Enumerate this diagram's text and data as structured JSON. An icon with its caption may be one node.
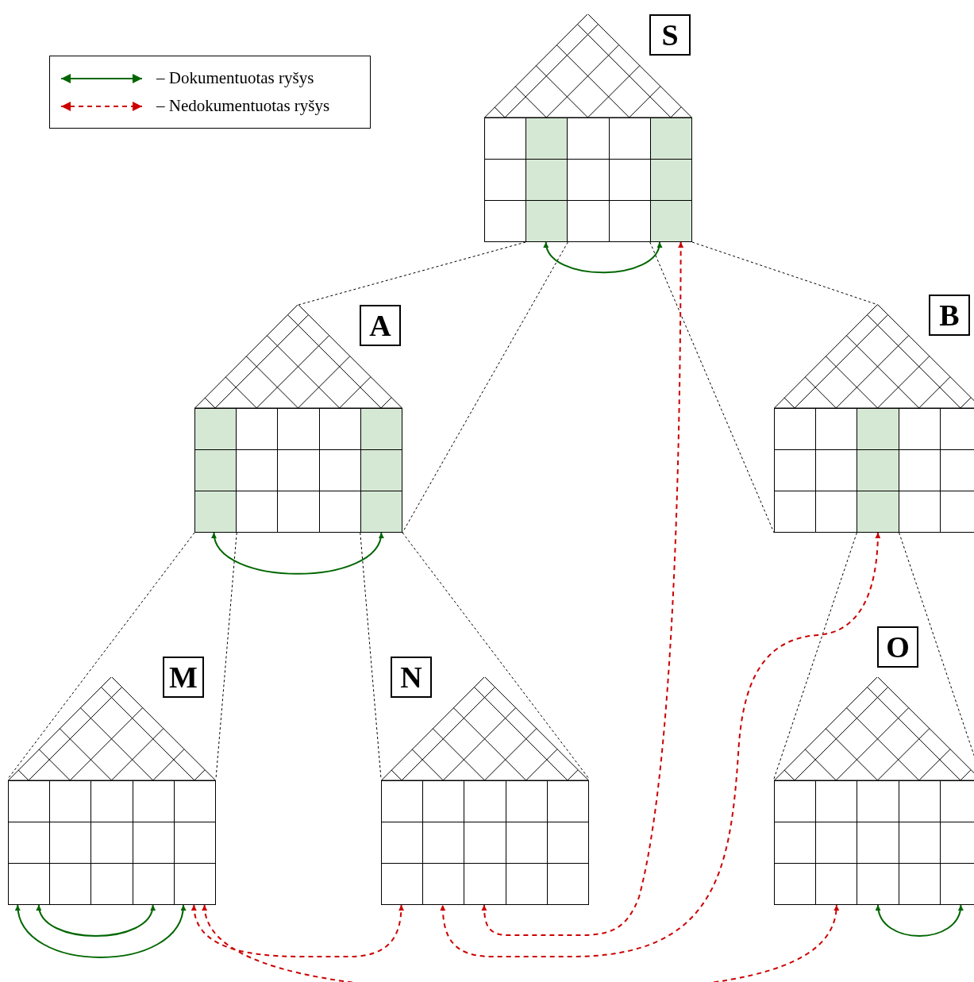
{
  "diagram": {
    "nodes": [
      {
        "text": [
          "S"
        ]
      },
      {
        "text": [],
        "shape": "box"
      },
      {
        "text": [],
        "shape": "bar"
      },
      {
        "text": [],
        "shape": "box"
      },
      {
        "text": [],
        "shape": "box"
      },
      {
        "text": [],
        "shape": "bar"
      },
      {
        "text": [
          "A"
        ]
      },
      {
        "text": [],
        "shape": "bar"
      },
      {
        "text": [],
        "shape": "box"
      },
      {
        "text": [],
        "shape": "box"
      },
      {
        "text": [],
        "shape": "box"
      },
      {
        "text": [],
        "shape": "bar"
      },
      {
        "text": [
          "B"
        ]
      },
      {
        "text": [],
        "shape": "box"
      },
      {
        "text": [],
        "shape": "box"
      },
      {
        "text": [],
        "shape": "bar"
      },
      {
        "text": [],
        "shape": "box"
      },
      {
        "text": [],
        "shape": "box"
      },
      {
        "text": [
          "M"
        ]
      },
      {
        "text": [],
        "shape": "box"
      },
      {
        "text": [],
        "shape": "box"
      },
      {
        "text": [],
        "shape": "box"
      },
      {
        "text": [],
        "shape": "box"
      },
      {
        "text": [],
        "shape": "box"
      },
      {
        "text": [
          "N"
        ]
      },
      {
        "text": [],
        "shape": "box"
      },
      {
        "text": [],
        "shape": "box"
      },
      {
        "text": [],
        "shape": "box"
      },
      {
        "text": [],
        "shape": "box"
      },
      {
        "text": [],
        "shape": "box"
      },
      {
        "text": [
          "O"
        ]
      },
      {
        "text": [],
        "shape": "box"
      },
      {
        "text": [],
        "shape": "box"
      },
      {
        "text": [],
        "shape": "box"
      },
      {
        "text": [],
        "shape": "box"
      },
      {
        "text": [],
        "shape": "box"
      }
    ],
    "edges": [
      {
        "from": 2,
        "to": 6,
        "arrow": "none",
        "style": "dashed"
      },
      {
        "from": 2,
        "to": 11,
        "arrow": "none",
        "style": "dashed"
      },
      {
        "from": 5,
        "to": 13,
        "arrow": "none",
        "style": "dashed"
      },
      {
        "from": 5,
        "to": 12,
        "arrow": "none",
        "style": "dashed"
      },
      {
        "from": 7,
        "to": 18,
        "arrow": "none",
        "style": "dashed"
      },
      {
        "from": 7,
        "to": 18,
        "arrow": "none",
        "style": "dashed"
      },
      {
        "from": 11,
        "to": 24,
        "arrow": "none",
        "style": "dashed"
      },
      {
        "from": 11,
        "to": 24,
        "arrow": "none",
        "style": "dashed"
      },
      {
        "from": 15,
        "to": 30,
        "arrow": "none",
        "style": "dashed"
      },
      {
        "from": 15,
        "to": 30,
        "arrow": "none",
        "style": "dashed"
      },
      {
        "from": 2,
        "to": 5,
        "arrow": "both",
        "color": "#006600"
      },
      {
        "from": 7,
        "to": 11,
        "arrow": "both",
        "color": "#006600"
      },
      {
        "from": 19,
        "to": 23,
        "arrow": "both",
        "color": "#006600"
      },
      {
        "from": 19,
        "to": 22,
        "arrow": "both",
        "color": "#006600"
      },
      {
        "from": 33,
        "to": 35,
        "arrow": "both",
        "color": "#006600"
      },
      {
        "from": 5,
        "to": 27,
        "arrow": "both",
        "style": "dashed",
        "color": "#cc0000"
      },
      {
        "from": 15,
        "to": 26,
        "arrow": "both",
        "style": "dashed",
        "color": "#cc0000"
      },
      {
        "from": 23,
        "to": 25,
        "arrow": "both",
        "style": "dashed",
        "color": "#cc0000"
      },
      {
        "from": 23,
        "to": 32,
        "arrow": "both",
        "style": "dashed",
        "color": "#cc0000"
      }
    ],
    "legend": [
      {
        "text": "– Dokumentuotas ryšys"
      },
      {
        "text": "– Nedokumentuotas ryšys"
      }
    ]
  }
}
